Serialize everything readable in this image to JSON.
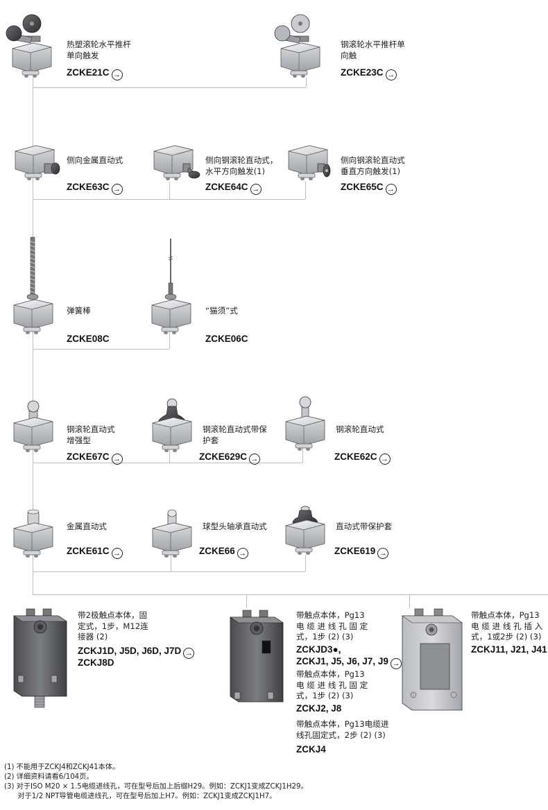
{
  "rows": {
    "row1": [
      {
        "desc": "热塑滚轮水平推杆\n单向触发",
        "code": "ZCKE21C",
        "arrow": true
      },
      {
        "desc": "钢滚轮水平推杆单\n向触",
        "code": "ZCKE23C",
        "arrow": true
      }
    ],
    "row2": [
      {
        "desc": "侧向金属直动式",
        "code": "ZCKE63C",
        "arrow": true
      },
      {
        "desc": "侧向钢滚轮直动式，\n水平方向触发(1)",
        "code": "ZCKE64C",
        "arrow": true
      },
      {
        "desc": "侧向钢滚轮直动式\n垂直方向触发(1)",
        "code": "ZCKE65C",
        "arrow": true
      }
    ],
    "row3": [
      {
        "desc": "弹簧棒",
        "code": "ZCKE08C",
        "arrow": false
      },
      {
        "desc": "“猫须”式",
        "code": "ZCKE06C",
        "arrow": false
      }
    ],
    "row4": [
      {
        "desc": "钢滚轮直动式\n增强型",
        "code": "ZCKE67C",
        "arrow": true
      },
      {
        "desc": "钢滚轮直动式带保\n护套",
        "code": "ZCKE629C",
        "arrow": true
      },
      {
        "desc": "钢滚轮直动式",
        "code": "ZCKE62C",
        "arrow": true
      }
    ],
    "row5": [
      {
        "desc": "金属直动式",
        "code": "ZCKE61C",
        "arrow": true
      },
      {
        "desc": "球型头轴承直动式",
        "code": "ZCKE66",
        "arrow": true
      },
      {
        "desc": "直动式带保护套",
        "code": "ZCKE619",
        "arrow": true
      }
    ]
  },
  "bodies": {
    "b1": {
      "desc": "带2极触点本体，固\n定式，1步，M12连\n接器 (2)",
      "code1": "ZCKJ1D, J5D, J6D,  J7D",
      "code2": "ZCKJ8D",
      "arrow": true
    },
    "b2": {
      "desc1": "带触点本体，Pg13\n电 缆 进 线 孔 固 定\n式，1步 (2) (3)",
      "code1a": "ZCKJD3●,",
      "code1b": "ZCKJ1, J5, J6,  J7, J9",
      "desc2": "带触点本体，Pg13\n电 缆 进 线 孔 固 定\n式，1步 (2) (3)",
      "code2": "ZCKJ2, J8",
      "desc3": "带触点本体，Pg13电缆进\n线孔固定式，2步 (2) (3)",
      "code3": "ZCKJ4",
      "arrow": true
    },
    "b3": {
      "desc": "带触点本体，Pg13\n电 缆 进 线 孔 插 入\n式，1或2步 (2) (3)",
      "code": "ZCKJ11, J21, J41"
    }
  },
  "arrow_glyph": "→",
  "footnotes": [
    "(1) 不能用于ZCKJ4和ZCKJ41本体。",
    "(2) 详细资料请看6/104页。",
    "(3) 对于ISO M20 × 1.5电缆进线孔，可在型号后加上后缀H29。例如：ZCKJ1变成ZCKJ1H29。",
    "      对于1/2 NPT导管电缆进线孔，可在型号后加上H7。例如：ZCKJ1变成ZCKJ1H7。"
  ]
}
